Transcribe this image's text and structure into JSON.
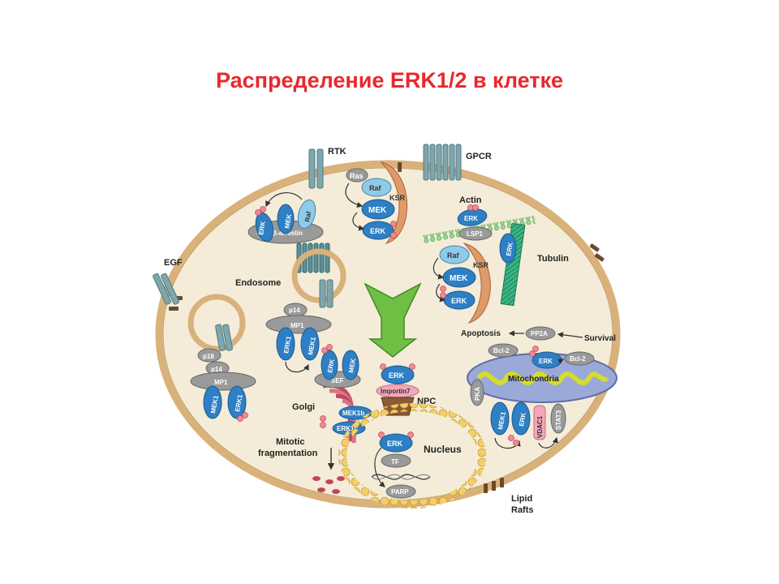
{
  "slide": {
    "title": "Распределение ERK1/2 в клетке"
  },
  "colors": {
    "title": "#e8282e",
    "cytoplasm": "#f4ecd8",
    "membrane": "#d9b17a",
    "receptor": "#7fa6ad",
    "protein_blue": "#2e7fc4",
    "protein_gray": "#9a9a9a",
    "actin": "#8fd08c",
    "tubulin": "#2fa878",
    "mitochondria": "#9aa9d8",
    "arrow": "#5aa832",
    "importin": "#f2a7b8",
    "phosphate": "#e05a6a"
  },
  "labels": {
    "rtk": "RTK",
    "gpcr": "GPCR",
    "egf": "EGF",
    "actin": "Actin",
    "tubulin": "Tubulin",
    "endosome": "Endosome",
    "golgi": "Golgi",
    "mitotic": "Mitotic",
    "fragmentation": "fragmentation",
    "npc": "NPC",
    "nucleus": "Nucleus",
    "apoptosis": "Apoptosis",
    "survival": "Survival",
    "mitochondria": "Mitochondria",
    "lipid": "Lipid",
    "rafts": "Rafts"
  },
  "proteins": {
    "ras": "Ras",
    "raf": "Raf",
    "ksr": "KSR",
    "mek": "MEK",
    "erk": "ERK",
    "mek1": "MEK1",
    "erk1": "ERK1",
    "lsp1": "LSP1",
    "p14": "p14",
    "p18": "p18",
    "mp1": "MP1",
    "barrestin": "β-arrestin",
    "sef": "SEF",
    "mek1b": "MEK1b",
    "erk1c": "ERK1c",
    "importin7": "Importin7",
    "tf": "TF",
    "parp": "PARP",
    "pp2a": "PP2A",
    "bcl2": "Bcl-2",
    "pka": "PKA",
    "vdac1": "VDAC1",
    "stat3": "STAT3"
  }
}
